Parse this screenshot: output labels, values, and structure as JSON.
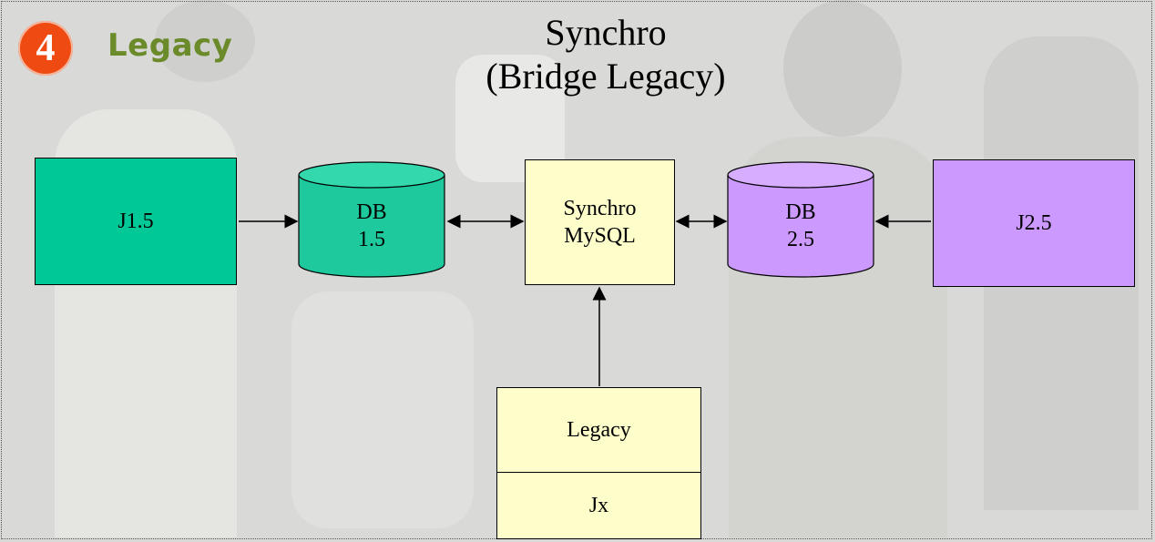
{
  "badge": {
    "number": "4"
  },
  "heading": "Legacy",
  "title": {
    "line1": "Synchro",
    "line2": "(Bridge Legacy)"
  },
  "nodes": {
    "j15": {
      "label": "J1.5",
      "color": "#00c896"
    },
    "db15": {
      "line1": "DB",
      "line2": "1.5",
      "color": "#1ec99e"
    },
    "synchro": {
      "line1": "Synchro",
      "line2": "MySQL",
      "color": "#fefecb"
    },
    "db25": {
      "line1": "DB",
      "line2": "2.5",
      "color": "#cc99ff"
    },
    "j25": {
      "label": "J2.5",
      "color": "#cc99ff"
    },
    "legacy": {
      "label": "Legacy",
      "color": "#fefecb"
    },
    "jx": {
      "label": "Jx",
      "color": "#fefecb"
    }
  },
  "colors": {
    "badge": "#ef4a12",
    "heading": "#6b8a2a"
  }
}
